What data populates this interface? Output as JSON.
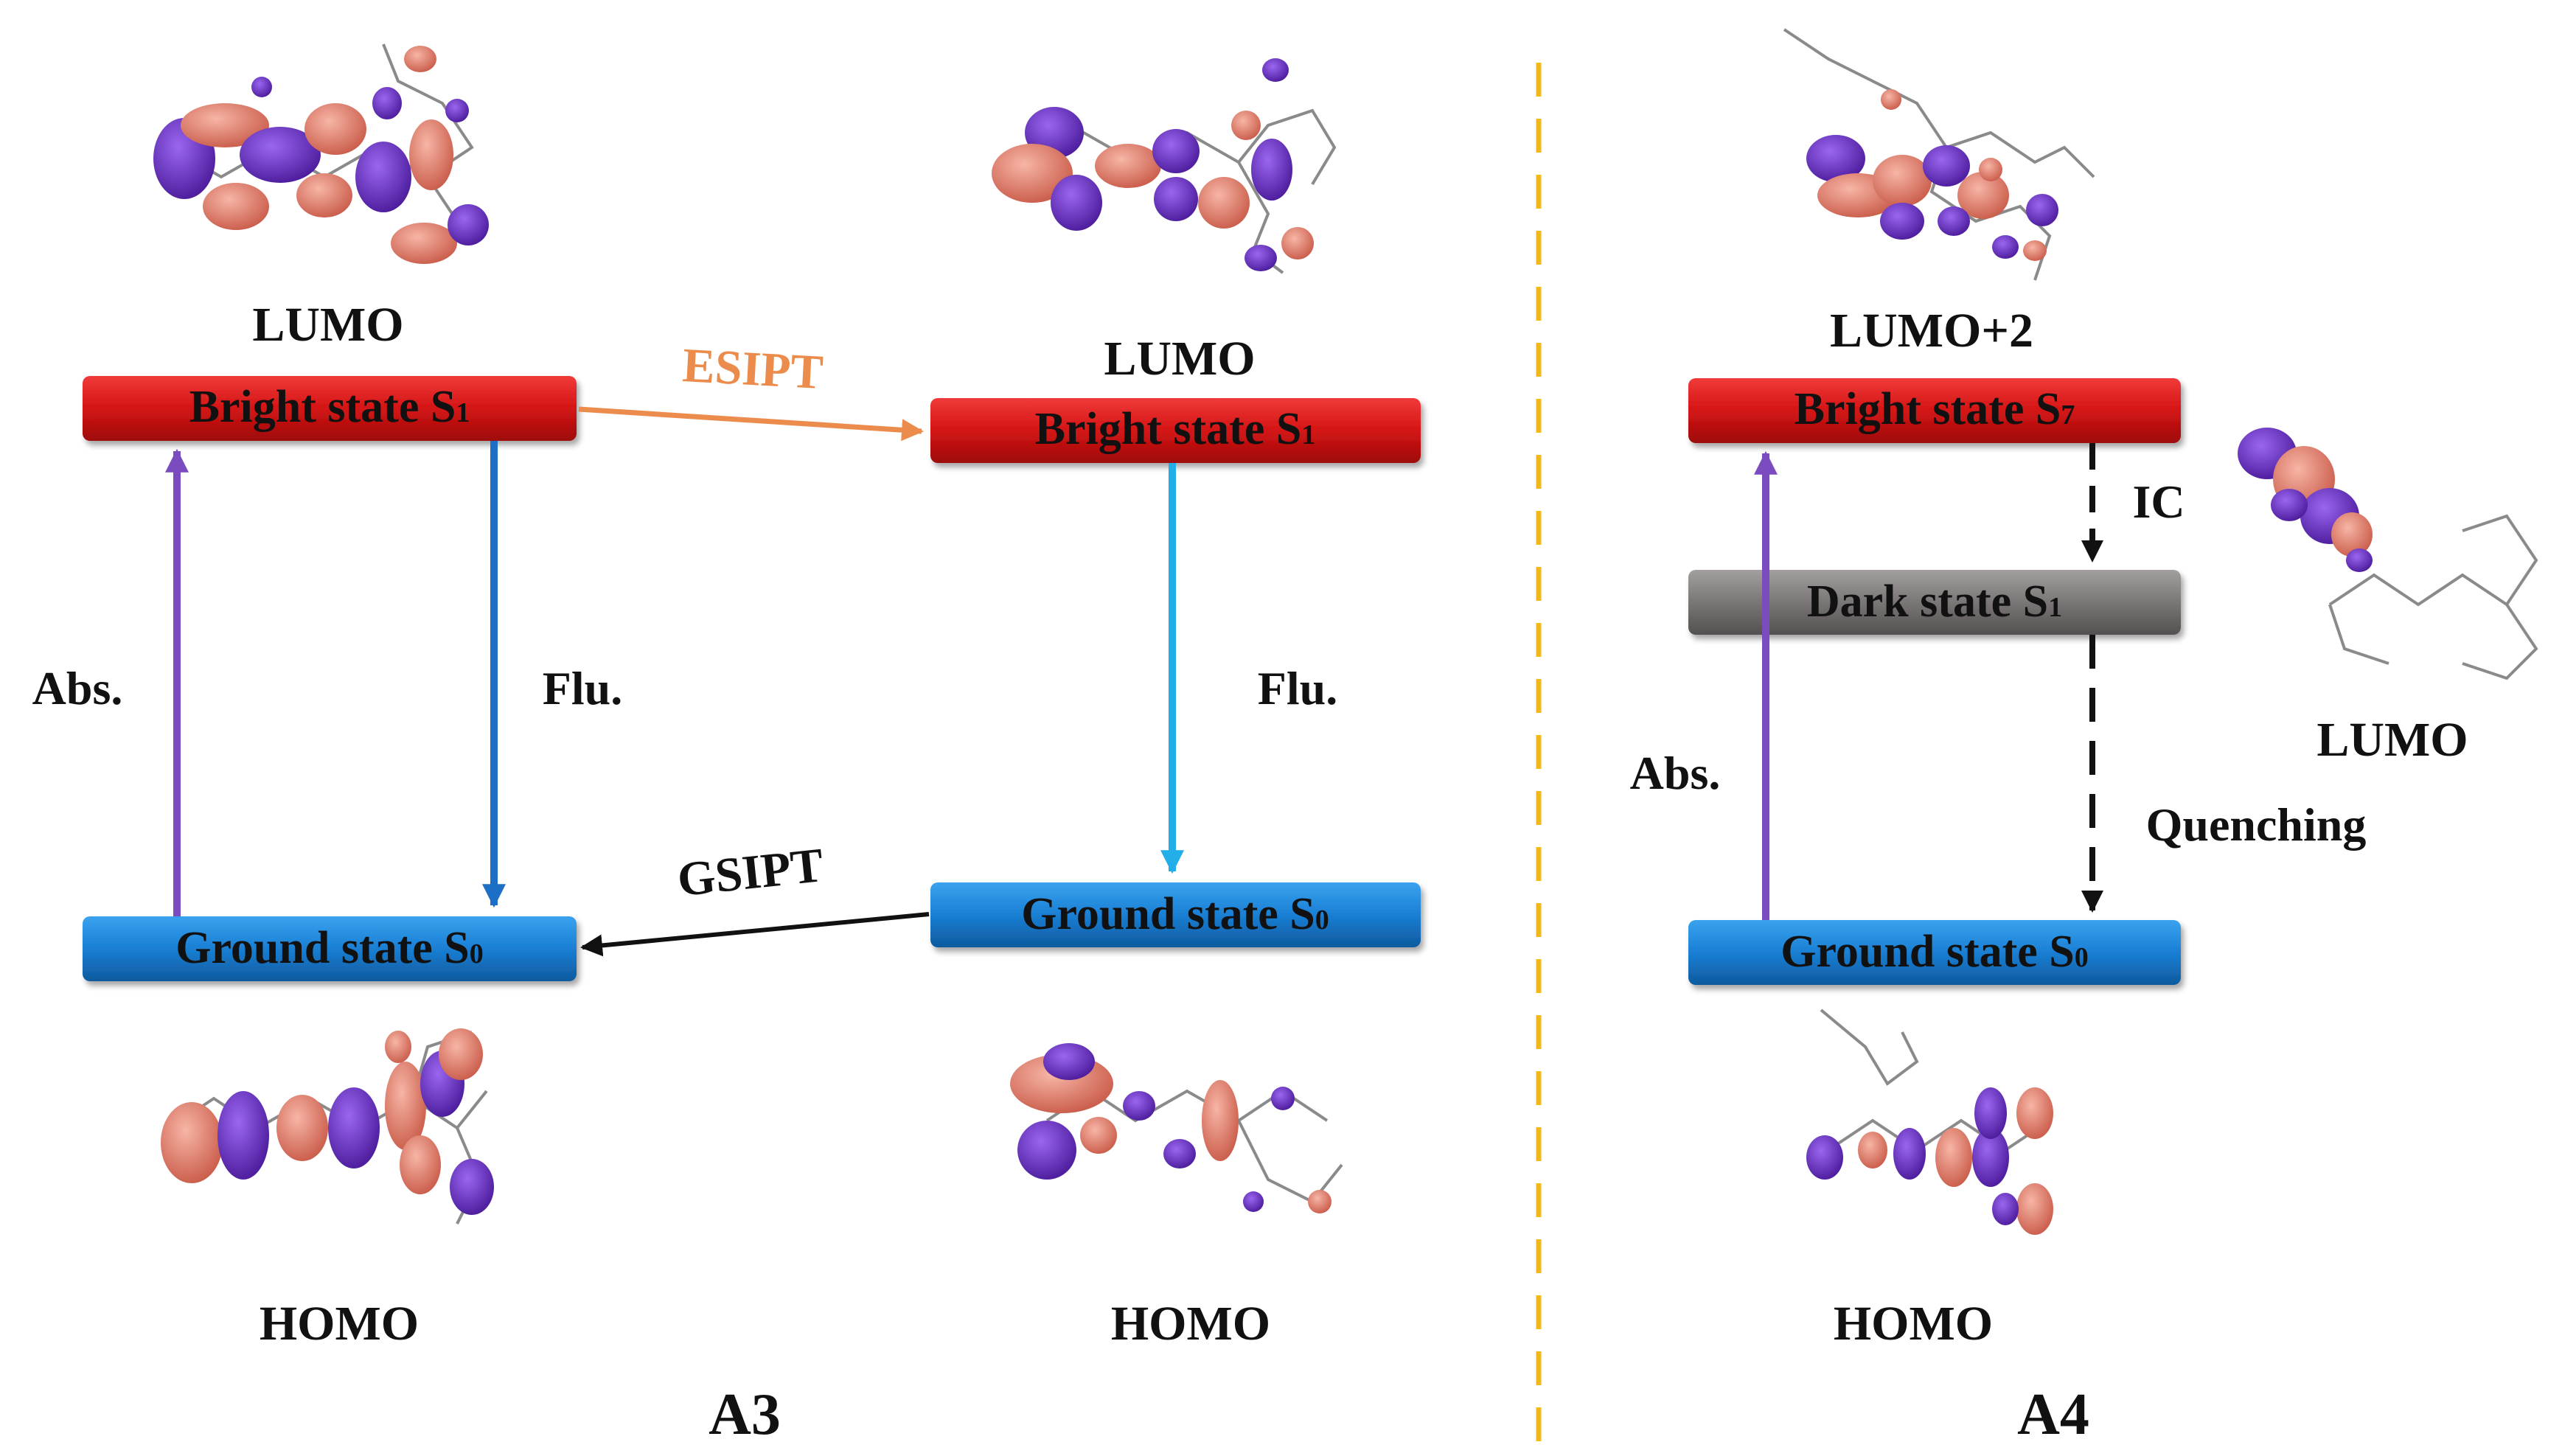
{
  "panels": {
    "a3": {
      "label": "A3",
      "left": {
        "lumo_label": "LUMO",
        "homo_label": "HOMO",
        "bright_state": "Bright state S",
        "bright_sub": "1",
        "ground_state": "Ground state S",
        "ground_sub": "0",
        "abs_label": "Abs.",
        "flu_label": "Flu."
      },
      "right": {
        "lumo_label": "LUMO",
        "homo_label": "HOMO",
        "bright_state": "Bright state S",
        "bright_sub": "1",
        "ground_state": "Ground state S",
        "ground_sub": "0",
        "flu_label": "Flu."
      },
      "esipt_label": "ESIPT",
      "gsipt_label": "GSIPT"
    },
    "a4": {
      "label": "A4",
      "lumo2_label": "LUMO+2",
      "lumo_label": "LUMO",
      "homo_label": "HOMO",
      "bright_state": "Bright state S",
      "bright_sub": "7",
      "dark_state": "Dark state S",
      "dark_sub": "1",
      "ground_state": "Ground state S",
      "ground_sub": "0",
      "abs_label": "Abs.",
      "ic_label": "IC",
      "quenching_label": "Quenching"
    }
  },
  "colors": {
    "bright_bar": "#d41414",
    "ground_bar": "#1a7fd4",
    "dark_bar": "#7a7676",
    "absorption_arrow": "#7a4cc0",
    "fluorescence_arrow_left": "#1c6fc4",
    "fluorescence_arrow_right": "#22aee8",
    "esipt_arrow": "#ec8c4c",
    "gsipt_arrow": "#111111",
    "divider": "#f2b81a",
    "orbital_positive": "#e07b6a",
    "orbital_negative": "#6a2cc8"
  }
}
